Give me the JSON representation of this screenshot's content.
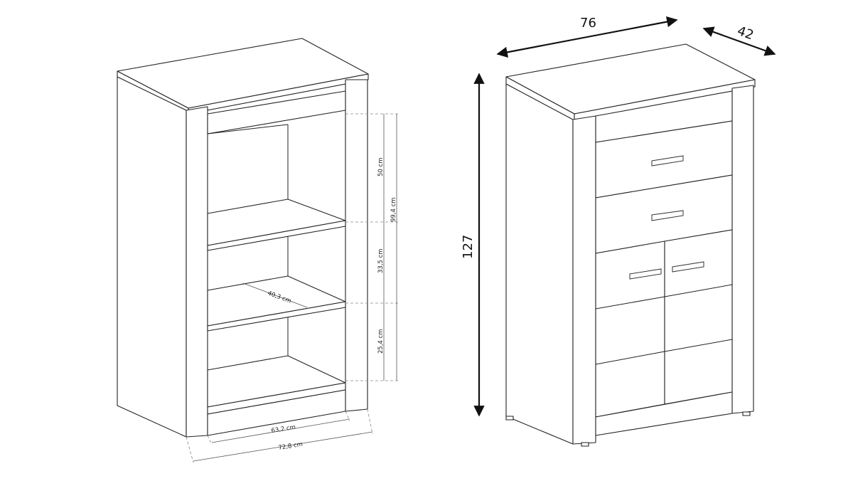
{
  "left_dimensions": {
    "top_compartment": "50 cm",
    "interior_height": "99,4 cm",
    "middle_compartment": "33,5 cm",
    "bottom_compartment": "25,4 cm",
    "shelf_depth": "40,3 cm",
    "interior_width": "63,2 cm",
    "outer_width": "72,8 cm"
  },
  "right_dimensions": {
    "width": "76",
    "depth": "42",
    "height": "127"
  },
  "colors": {
    "outline": "#222222",
    "background": "#ffffff"
  }
}
